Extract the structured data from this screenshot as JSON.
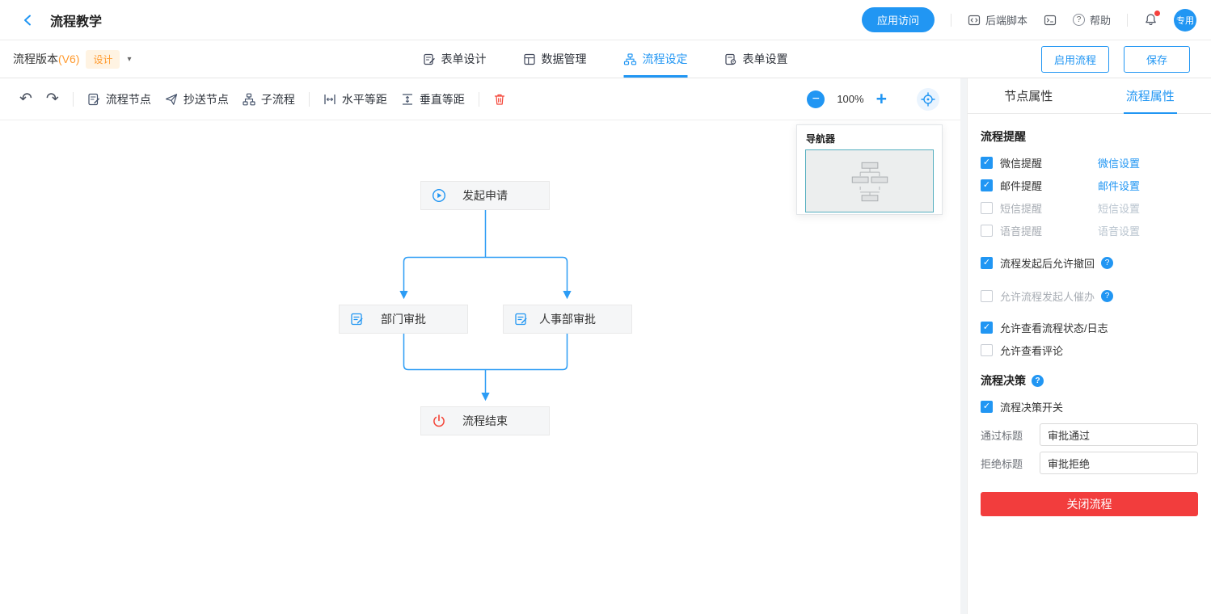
{
  "colors": {
    "primary": "#2196f3",
    "orange": "#ff9a2e",
    "danger_red": "#f23d3d",
    "flow_line": "#2b9cf5",
    "disabled_link": "#b9c4cf",
    "navigator_border": "#54aebf"
  },
  "icons": {
    "undo": "↶",
    "redo": "↷",
    "zoom_out": "−",
    "zoom_in": "+",
    "caret": "▾",
    "tick": "✓",
    "question": "?"
  },
  "header": {
    "title": "流程教学",
    "app_access_button": "应用访问",
    "backend_script": "后端脚本",
    "help": "帮助",
    "avatar": "专用"
  },
  "subheader": {
    "version_label": "流程版本",
    "version": "(V6)",
    "design_badge": "设计",
    "tabs": [
      {
        "label": "表单设计",
        "active": false
      },
      {
        "label": "数据管理",
        "active": false
      },
      {
        "label": "流程设定",
        "active": true
      },
      {
        "label": "表单设置",
        "active": false
      }
    ],
    "enable_button": "启用流程",
    "save_button": "保存"
  },
  "toolbar": {
    "flow_node": "流程节点",
    "cc_node": "抄送节点",
    "sub_flow": "子流程",
    "h_space": "水平等距",
    "v_space": "垂直等距",
    "zoom_level": "100%"
  },
  "navigator": {
    "title": "导航器"
  },
  "flow": {
    "nodes": [
      {
        "label": "发起申请",
        "icon": "play-icon"
      },
      {
        "label": "部门审批",
        "icon": "form-icon"
      },
      {
        "label": "人事部审批",
        "icon": "form-icon"
      },
      {
        "label": "流程结束",
        "icon": "power-icon"
      }
    ]
  },
  "sidebar": {
    "tabs": [
      {
        "label": "节点属性",
        "active": false
      },
      {
        "label": "流程属性",
        "active": true
      }
    ],
    "remind_section": "流程提醒",
    "remind_rows": [
      {
        "label": "微信提醒",
        "checked": true,
        "link": "微信设置",
        "enabled": true
      },
      {
        "label": "邮件提醒",
        "checked": true,
        "link": "邮件设置",
        "enabled": true
      },
      {
        "label": "短信提醒",
        "checked": false,
        "link": "短信设置",
        "enabled": false
      },
      {
        "label": "语音提醒",
        "checked": false,
        "link": "语音设置",
        "enabled": false
      }
    ],
    "options": [
      {
        "label": "流程发起后允许撤回",
        "checked": true,
        "has_help": true
      },
      {
        "label": "允许流程发起人催办",
        "checked": false,
        "has_help": true
      },
      {
        "label": "允许查看流程状态/日志",
        "checked": true,
        "has_help": false
      },
      {
        "label": "允许查看评论",
        "checked": false,
        "has_help": false
      }
    ],
    "decision_section": "流程决策",
    "decision_switch": "流程决策开关",
    "pass_label": "通过标题",
    "pass_value": "审批通过",
    "reject_label": "拒绝标题",
    "reject_value": "审批拒绝",
    "close_button": "关闭流程"
  }
}
